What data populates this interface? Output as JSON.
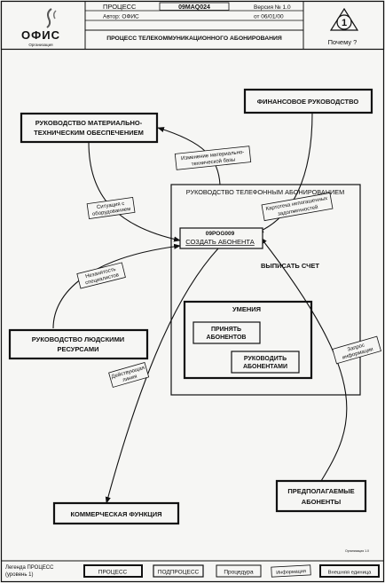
{
  "header": {
    "logo_text": "ОФИС",
    "logo_sub": "Организация",
    "type_label": "ПРОЦЕСС",
    "process_code": "09MAQ024",
    "version": "Версия № 1.0",
    "author": "Автор: ОФИС",
    "date": "от 06/01/00",
    "title": "ПРОЦЕСС ТЕЛЕКОММУНИКАЦИОННОГО АБОНИРОВАНИЯ",
    "why_number": "1",
    "why_label": "Почему ?"
  },
  "nodes": {
    "material": [
      "РУКОВОДСТВО МАТЕРИАЛЬНО-",
      "ТЕХНИЧЕСКИМ ОБЕСПЕЧЕНИЕМ"
    ],
    "finance": "ФИНАНСОВОЕ РУКОВОДСТВО",
    "phone_mgmt": "РУКОВОДСТВО ТЕЛЕФОННЫМ АБОНИРОВАНИЕМ",
    "create_code": "09POG009",
    "create_label": "СОЗДАТЬ АБОНЕНТА",
    "invoice": "ВЫПИСАТЬ СЧЕТ",
    "skills": "УМЕНИЯ",
    "accept": [
      "ПРИНЯТЬ",
      "АБОНЕНТОВ"
    ],
    "manage": [
      "РУКОВОДИТЬ",
      "АБОНЕНТАМИ"
    ],
    "hr": [
      "РУКОВОДСТВО ЛЮДСКИМИ",
      "РЕСУРСАМИ"
    ],
    "commercial": "КОММЕРЧЕСКАЯ ФУНКЦИЯ",
    "prospects": [
      "ПРЕДПОЛАГАЕМЫЕ",
      "АБОНЕНТЫ"
    ]
  },
  "flows": {
    "material_change": [
      "Изменение материально-",
      "технической базы"
    ],
    "equipment": [
      "Ситуация с",
      "оборудованием"
    ],
    "debts": [
      "Картотека непогашенных",
      "задолженностей"
    ],
    "staff": [
      "Незанятость",
      "специалистов"
    ],
    "line": [
      "Действующая",
      "линия"
    ],
    "info": [
      "Запрос",
      "информации"
    ]
  },
  "legend": {
    "title": [
      "Легенда ПРОЦЕСС",
      "(уровень 1)"
    ],
    "items": [
      "ПРОЦЕСС",
      "ПОДПРОЦЕСС",
      "Процедура",
      "Информация",
      "Внешняя единица"
    ]
  },
  "footnote": "Организация 1.0"
}
